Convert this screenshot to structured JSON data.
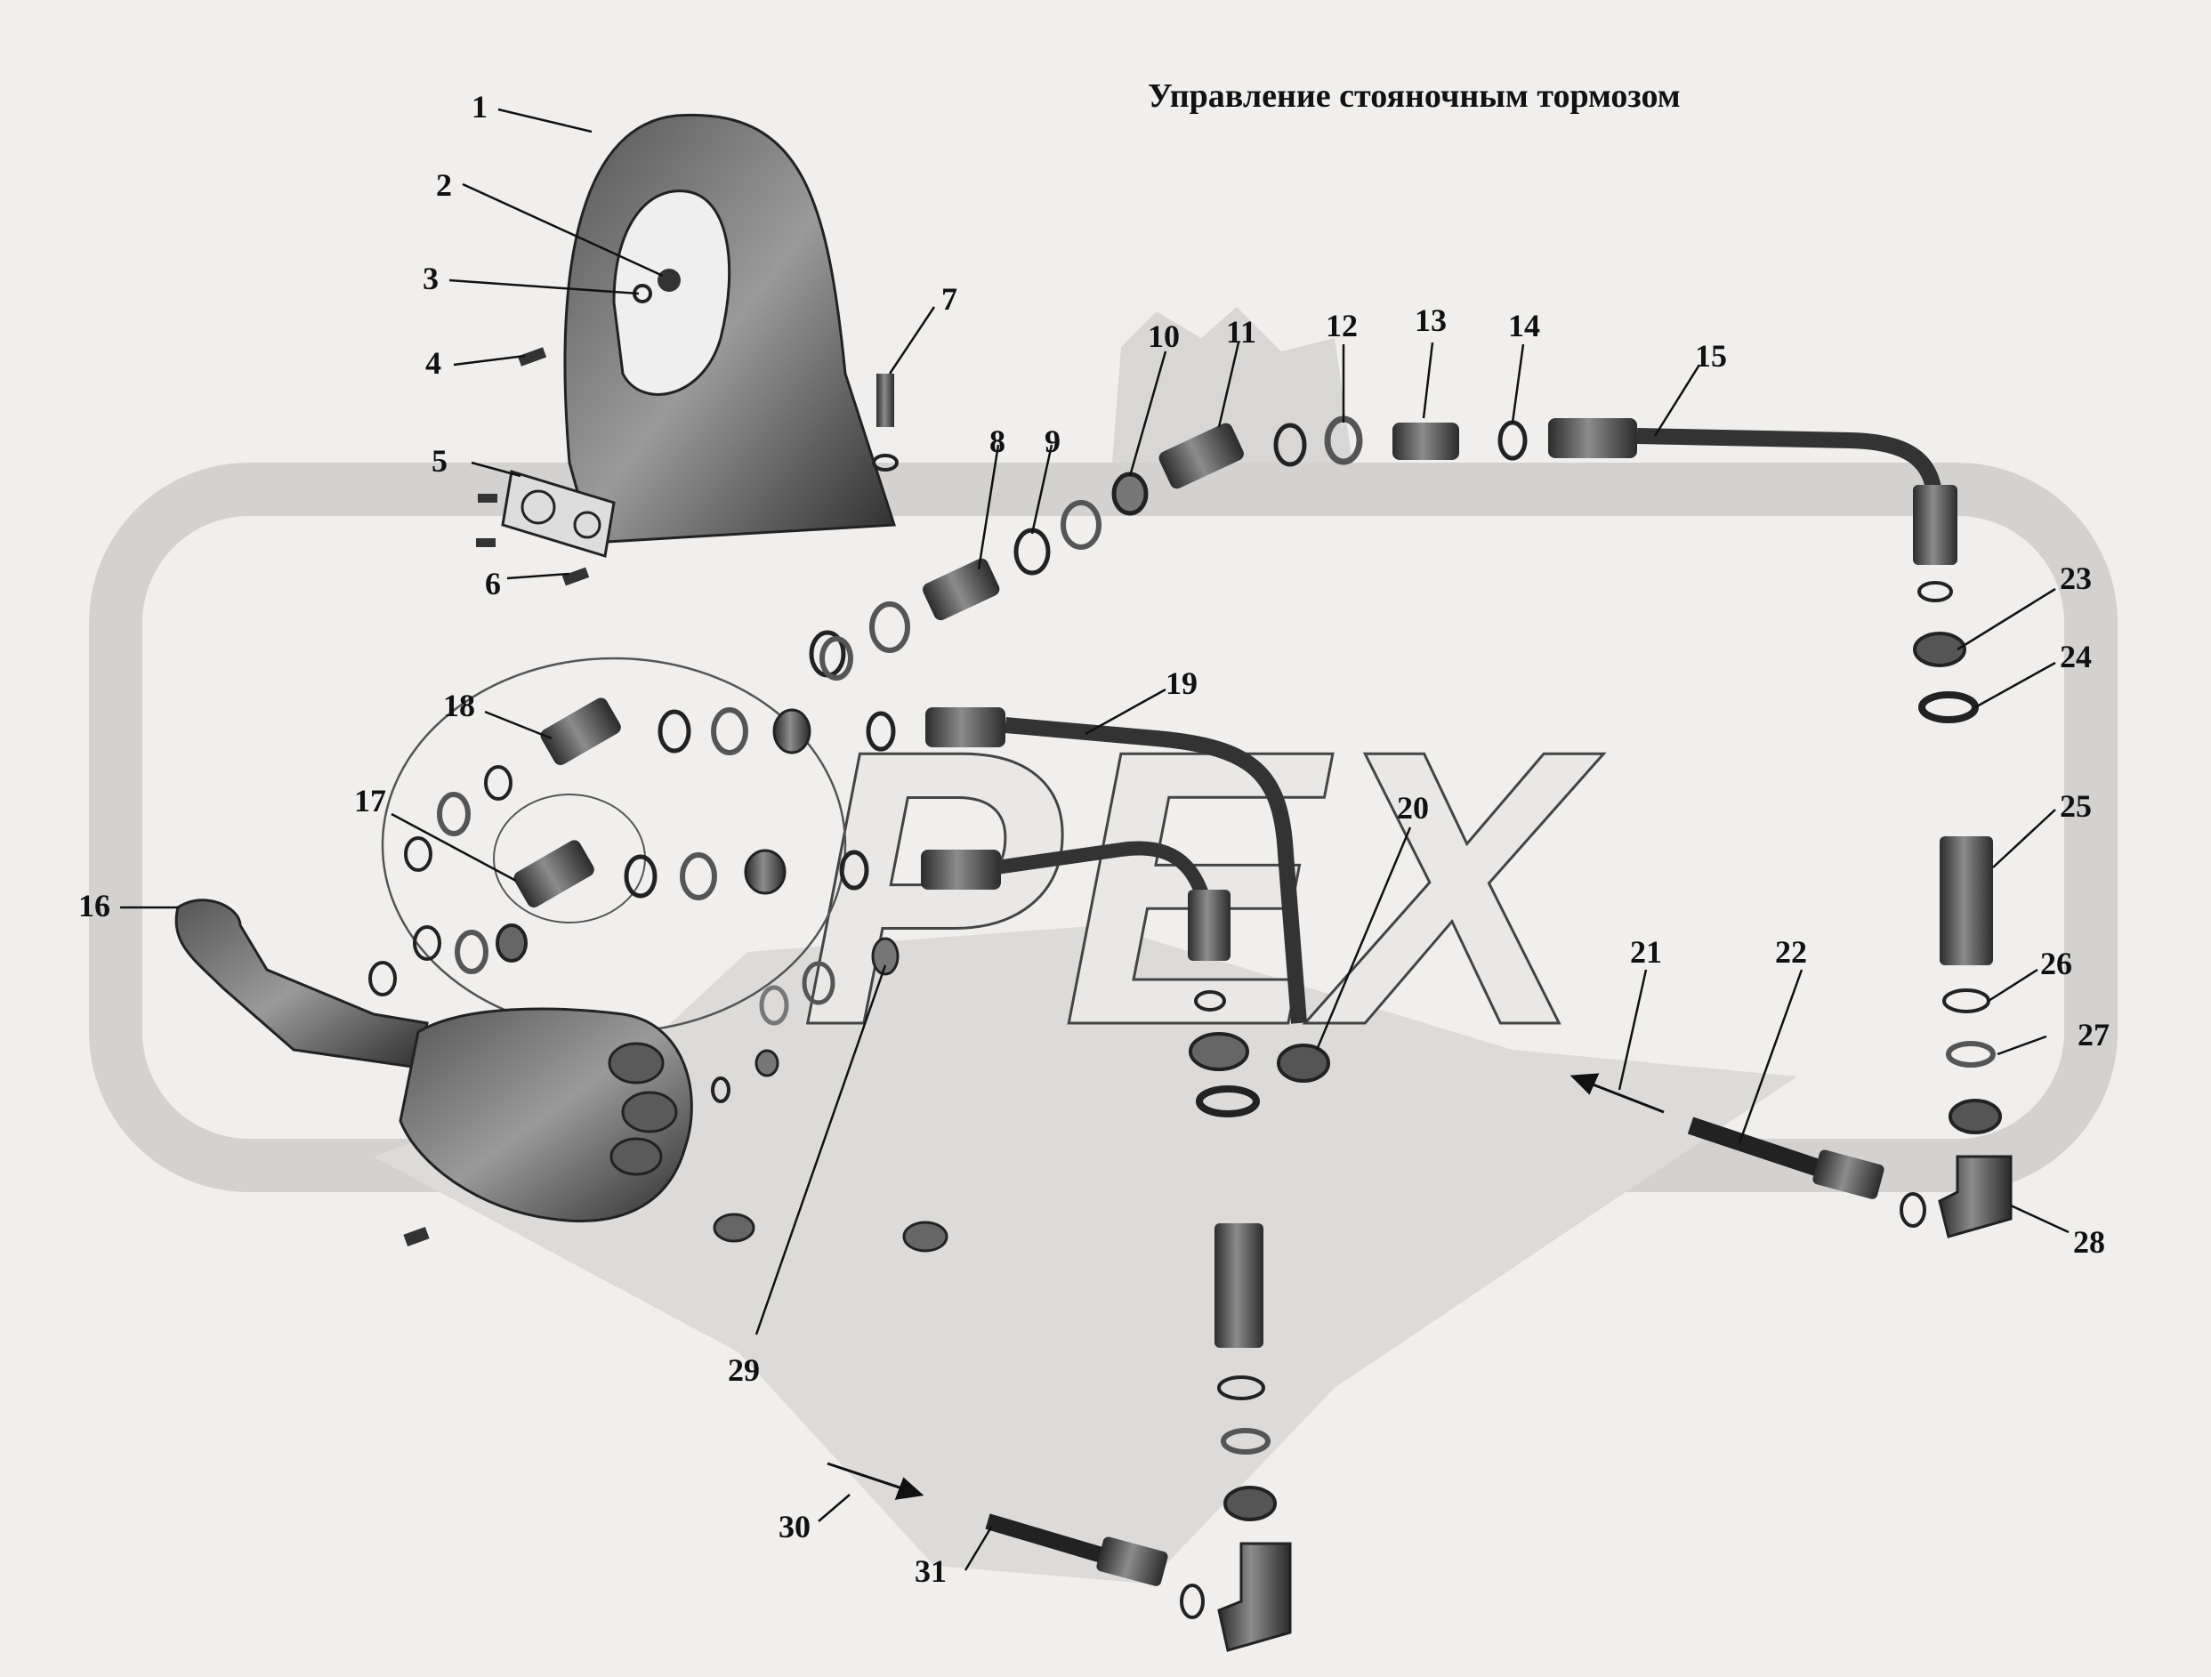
{
  "title": "Управление стояночным тормозом",
  "watermark": "PEX",
  "callouts": [
    {
      "id": "c1",
      "label": "1"
    },
    {
      "id": "c2",
      "label": "2"
    },
    {
      "id": "c3",
      "label": "3"
    },
    {
      "id": "c4",
      "label": "4"
    },
    {
      "id": "c5",
      "label": "5"
    },
    {
      "id": "c6",
      "label": "6"
    },
    {
      "id": "c7",
      "label": "7"
    },
    {
      "id": "c8",
      "label": "8"
    },
    {
      "id": "c9",
      "label": "9"
    },
    {
      "id": "c10",
      "label": "10"
    },
    {
      "id": "c11",
      "label": "11"
    },
    {
      "id": "c12",
      "label": "12"
    },
    {
      "id": "c13",
      "label": "13"
    },
    {
      "id": "c14",
      "label": "14"
    },
    {
      "id": "c15",
      "label": "15"
    },
    {
      "id": "c16",
      "label": "16"
    },
    {
      "id": "c17",
      "label": "17"
    },
    {
      "id": "c18",
      "label": "18"
    },
    {
      "id": "c19",
      "label": "19"
    },
    {
      "id": "c20",
      "label": "20"
    },
    {
      "id": "c21",
      "label": "21"
    },
    {
      "id": "c22",
      "label": "22"
    },
    {
      "id": "c23",
      "label": "23"
    },
    {
      "id": "c24",
      "label": "24"
    },
    {
      "id": "c25",
      "label": "25"
    },
    {
      "id": "c26",
      "label": "26"
    },
    {
      "id": "c27",
      "label": "27"
    },
    {
      "id": "c28",
      "label": "28"
    },
    {
      "id": "c29",
      "label": "29"
    },
    {
      "id": "c30",
      "label": "30"
    },
    {
      "id": "c31",
      "label": "31"
    }
  ],
  "colors": {
    "background": "#f0efed",
    "ink": "#111111",
    "part_dark": "#3a3a3a",
    "part_mid": "#7a7a7a",
    "watermark": "#d6d5d3"
  }
}
